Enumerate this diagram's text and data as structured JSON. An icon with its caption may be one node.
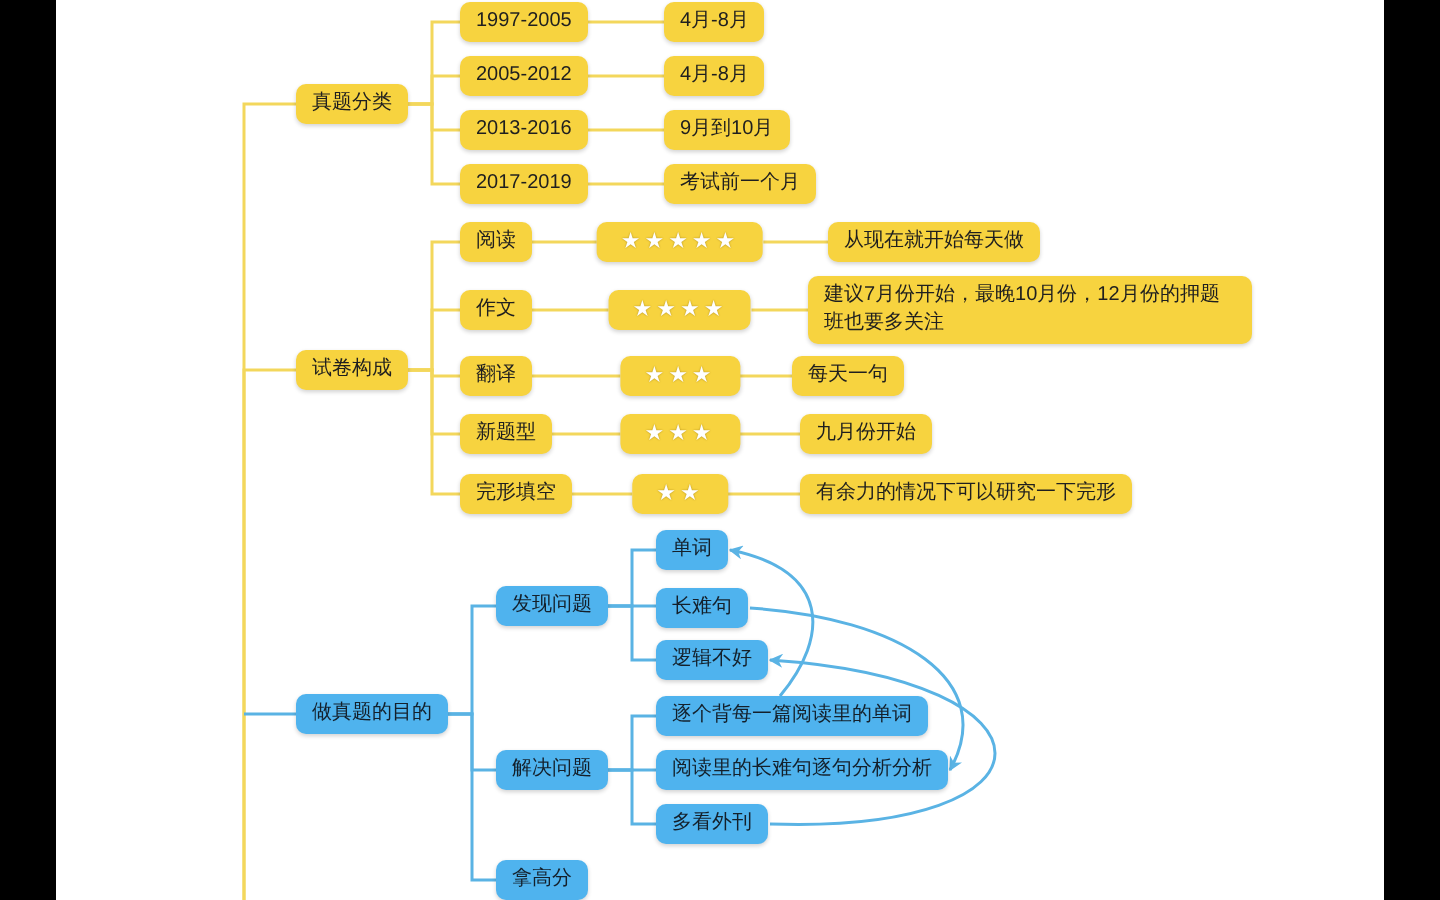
{
  "diagram": {
    "nodes": [
      {
        "text": [
          "真题分类"
        ]
      },
      {
        "text": [
          "1997-2005"
        ]
      },
      {
        "text": [
          "4月-8月"
        ]
      },
      {
        "text": [
          "2005-2012"
        ]
      },
      {
        "text": [
          "4月-8月"
        ]
      },
      {
        "text": [
          "2013-2016"
        ]
      },
      {
        "text": [
          "9月到10月"
        ]
      },
      {
        "text": [
          "2017-2019"
        ]
      },
      {
        "text": [
          "考试前一个月"
        ]
      },
      {
        "text": [
          "试卷构成"
        ]
      },
      {
        "text": [
          "阅读"
        ]
      },
      {
        "text": [
          "★★★★★"
        ]
      },
      {
        "text": [
          "从现在就开始每天做"
        ]
      },
      {
        "text": [
          "作文"
        ]
      },
      {
        "text": [
          "★★★★"
        ]
      },
      {
        "text": [
          "建议7月份开始，最晚10月份，12月份的押题班也要多关注"
        ]
      },
      {
        "text": [
          "翻译"
        ]
      },
      {
        "text": [
          "★★★"
        ]
      },
      {
        "text": [
          "每天一句"
        ]
      },
      {
        "text": [
          "新题型"
        ]
      },
      {
        "text": [
          "★★★"
        ]
      },
      {
        "text": [
          "九月份开始"
        ]
      },
      {
        "text": [
          "完形填空"
        ]
      },
      {
        "text": [
          "★★"
        ]
      },
      {
        "text": [
          "有余力的情况下可以研究一下完形"
        ]
      },
      {
        "text": [
          "做真题的目的"
        ]
      },
      {
        "text": [
          "发现问题"
        ]
      },
      {
        "text": [
          "单词"
        ]
      },
      {
        "text": [
          "长难句"
        ]
      },
      {
        "text": [
          "逻辑不好"
        ]
      },
      {
        "text": [
          "解决问题"
        ]
      },
      {
        "text": [
          "逐个背每一篇阅读里的单词"
        ]
      },
      {
        "text": [
          "阅读里的长难句逐句分析分析"
        ]
      },
      {
        "text": [
          "多看外刊"
        ]
      },
      {
        "text": [
          "拿高分"
        ]
      }
    ],
    "edges": [
      {
        "from": null,
        "to": 0,
        "arrow": "none"
      },
      {
        "from": 0,
        "to": 1,
        "arrow": "none"
      },
      {
        "from": 1,
        "to": 2,
        "arrow": "none"
      },
      {
        "from": 0,
        "to": 3,
        "arrow": "none"
      },
      {
        "from": 3,
        "to": 4,
        "arrow": "none"
      },
      {
        "from": 0,
        "to": 5,
        "arrow": "none"
      },
      {
        "from": 5,
        "to": 6,
        "arrow": "none"
      },
      {
        "from": 0,
        "to": 7,
        "arrow": "none"
      },
      {
        "from": 7,
        "to": 8,
        "arrow": "none"
      },
      {
        "from": null,
        "to": 9,
        "arrow": "none"
      },
      {
        "from": 9,
        "to": 10,
        "arrow": "none"
      },
      {
        "from": 10,
        "to": 11,
        "arrow": "none"
      },
      {
        "from": 11,
        "to": 12,
        "arrow": "none"
      },
      {
        "from": 9,
        "to": 13,
        "arrow": "none"
      },
      {
        "from": 13,
        "to": 14,
        "arrow": "none"
      },
      {
        "from": 14,
        "to": 15,
        "arrow": "none"
      },
      {
        "from": 9,
        "to": 16,
        "arrow": "none"
      },
      {
        "from": 16,
        "to": 17,
        "arrow": "none"
      },
      {
        "from": 17,
        "to": 18,
        "arrow": "none"
      },
      {
        "from": 9,
        "to": 19,
        "arrow": "none"
      },
      {
        "from": 19,
        "to": 20,
        "arrow": "none"
      },
      {
        "from": 20,
        "to": 21,
        "arrow": "none"
      },
      {
        "from": 9,
        "to": 22,
        "arrow": "none"
      },
      {
        "from": 22,
        "to": 23,
        "arrow": "none"
      },
      {
        "from": 23,
        "to": 24,
        "arrow": "none"
      },
      {
        "from": null,
        "to": 25,
        "arrow": "none",
        "color": "#5ab3e4"
      },
      {
        "from": 25,
        "to": 26,
        "arrow": "none",
        "color": "#5ab3e4"
      },
      {
        "from": 26,
        "to": 27,
        "arrow": "none",
        "color": "#5ab3e4"
      },
      {
        "from": 26,
        "to": 28,
        "arrow": "none",
        "color": "#5ab3e4"
      },
      {
        "from": 26,
        "to": 29,
        "arrow": "none",
        "color": "#5ab3e4"
      },
      {
        "from": 25,
        "to": 30,
        "arrow": "none",
        "color": "#5ab3e4"
      },
      {
        "from": 30,
        "to": 31,
        "arrow": "none",
        "color": "#5ab3e4"
      },
      {
        "from": 30,
        "to": 32,
        "arrow": "none",
        "color": "#5ab3e4"
      },
      {
        "from": 30,
        "to": 33,
        "arrow": "none",
        "color": "#5ab3e4"
      },
      {
        "from": 25,
        "to": 34,
        "arrow": "none",
        "color": "#5ab3e4"
      },
      {
        "from": 31,
        "to": 27,
        "arrow": "to",
        "color": "#5ab3e4"
      },
      {
        "from": 28,
        "to": 32,
        "arrow": "to",
        "color": "#5ab3e4"
      },
      {
        "from": 33,
        "to": 29,
        "arrow": "to",
        "color": "#5ab3e4"
      }
    ]
  }
}
